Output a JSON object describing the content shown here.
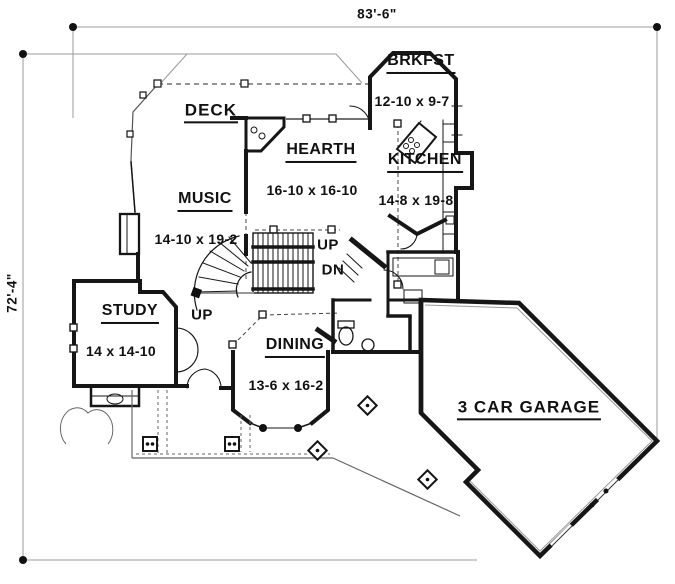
{
  "plan": {
    "dimensions": {
      "width_label": "83'-6\"",
      "height_label": "72'-4\""
    },
    "rooms": {
      "deck": {
        "label": "DECK"
      },
      "brkfst": {
        "label": "BRKFST",
        "size": "12-10 x 9-7"
      },
      "hearth": {
        "label": "HEARTH",
        "size": "16-10 x 16-10"
      },
      "kitchen": {
        "label": "KITCHEN",
        "size": "14-8 x 19-8"
      },
      "music": {
        "label": "MUSIC",
        "size": "14-10 x 19-2"
      },
      "study": {
        "label": "STUDY",
        "size": "14 x 14-10"
      },
      "dining": {
        "label": "DINING",
        "size": "13-6 x 16-2"
      },
      "garage": {
        "label": "3 CAR GARAGE"
      }
    },
    "stairs": {
      "up_main": "UP",
      "down": "DN",
      "up_foyer": "UP"
    },
    "colors": {
      "wall": "#161616",
      "dimension_line": "#9b9b9b",
      "background": "#ffffff"
    }
  }
}
